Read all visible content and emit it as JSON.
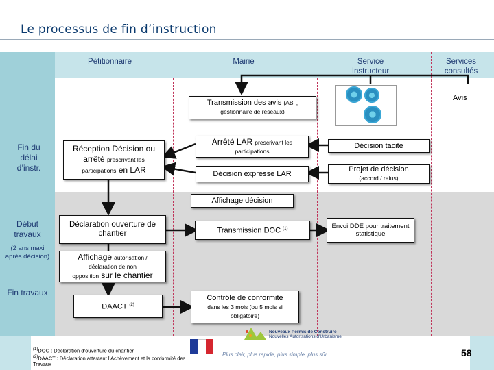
{
  "title": "Le processus de fin d’instruction",
  "columns": {
    "petitionnaire": "Pétitionnaire",
    "mairie": "Mairie",
    "service_instructeur": "Service Instructeur",
    "services_consultes": "Services consultés"
  },
  "side_labels": {
    "fin_delai": "Fin du délai d’instr.",
    "debut_travaux": "Début travaux",
    "deux_ans": "(2 ans maxi après décision)",
    "fin_travaux": "Fin travaux"
  },
  "boxes": {
    "avis": "Avis",
    "transmission_avis_main": "Transmission des avis",
    "transmission_avis_paren": "(ABF,",
    "transmission_avis_sub": "gestionnaire de réseaux)",
    "reception_line1": "Réception Décision ou",
    "reception_line2_big": "arrêté",
    "reception_line2_small": "prescrivant les",
    "reception_line3_small": "participations",
    "reception_line3_big": "en LAR",
    "arrete_big": "Arrêté LAR",
    "arrete_small1": "prescrivant les",
    "arrete_small2": "participations",
    "decision_tacite": "Décision tacite",
    "decision_expresse": "Décision expresse LAR",
    "projet_decision": "Projet de décision",
    "projet_decision_sub": "(accord / refus)",
    "affichage_decision": "Affichage décision",
    "declaration_ouverture": "Déclaration ouverture de chantier",
    "transmission_doc": "Transmission DOC",
    "transmission_doc_note": "(1)",
    "envoi_dde": "Envoi DDE pour traitement statistique",
    "affichage_big": "Affichage",
    "affichage_small1": "autorisation /",
    "affichage_small2": "déclaration de non",
    "affichage_small3": "opposition",
    "affichage_big2": "sur le chantier",
    "daact": "DAACT",
    "daact_note": "(2)",
    "controle_big": "Contrôle de conformité",
    "controle_small": "dans les 3 mois (ou 5 mois si obligatoire)"
  },
  "footnotes": {
    "n1_mark": "(1)",
    "n1": "DOC : Déclaration d’ouverture du chantier",
    "n2_mark": "(2)",
    "n2": "DAACT : Déclaration attestant l’Achèvement et la conformité des Travaux"
  },
  "footer": {
    "logo_text_1": "Nouveaux Permis de Construire",
    "logo_text_2": "Nouvelles Autorisations d’Urbanisme",
    "tagline": "Plus clair, plus rapide, plus simple, plus sûr.",
    "page_number": "58"
  },
  "colors": {
    "teal_band": "#9fd0d9",
    "light_teal": "#c6e4ea",
    "gray_band": "#d9d9d9",
    "lane_line": "#c0345a",
    "title": "#0b3a6e"
  }
}
